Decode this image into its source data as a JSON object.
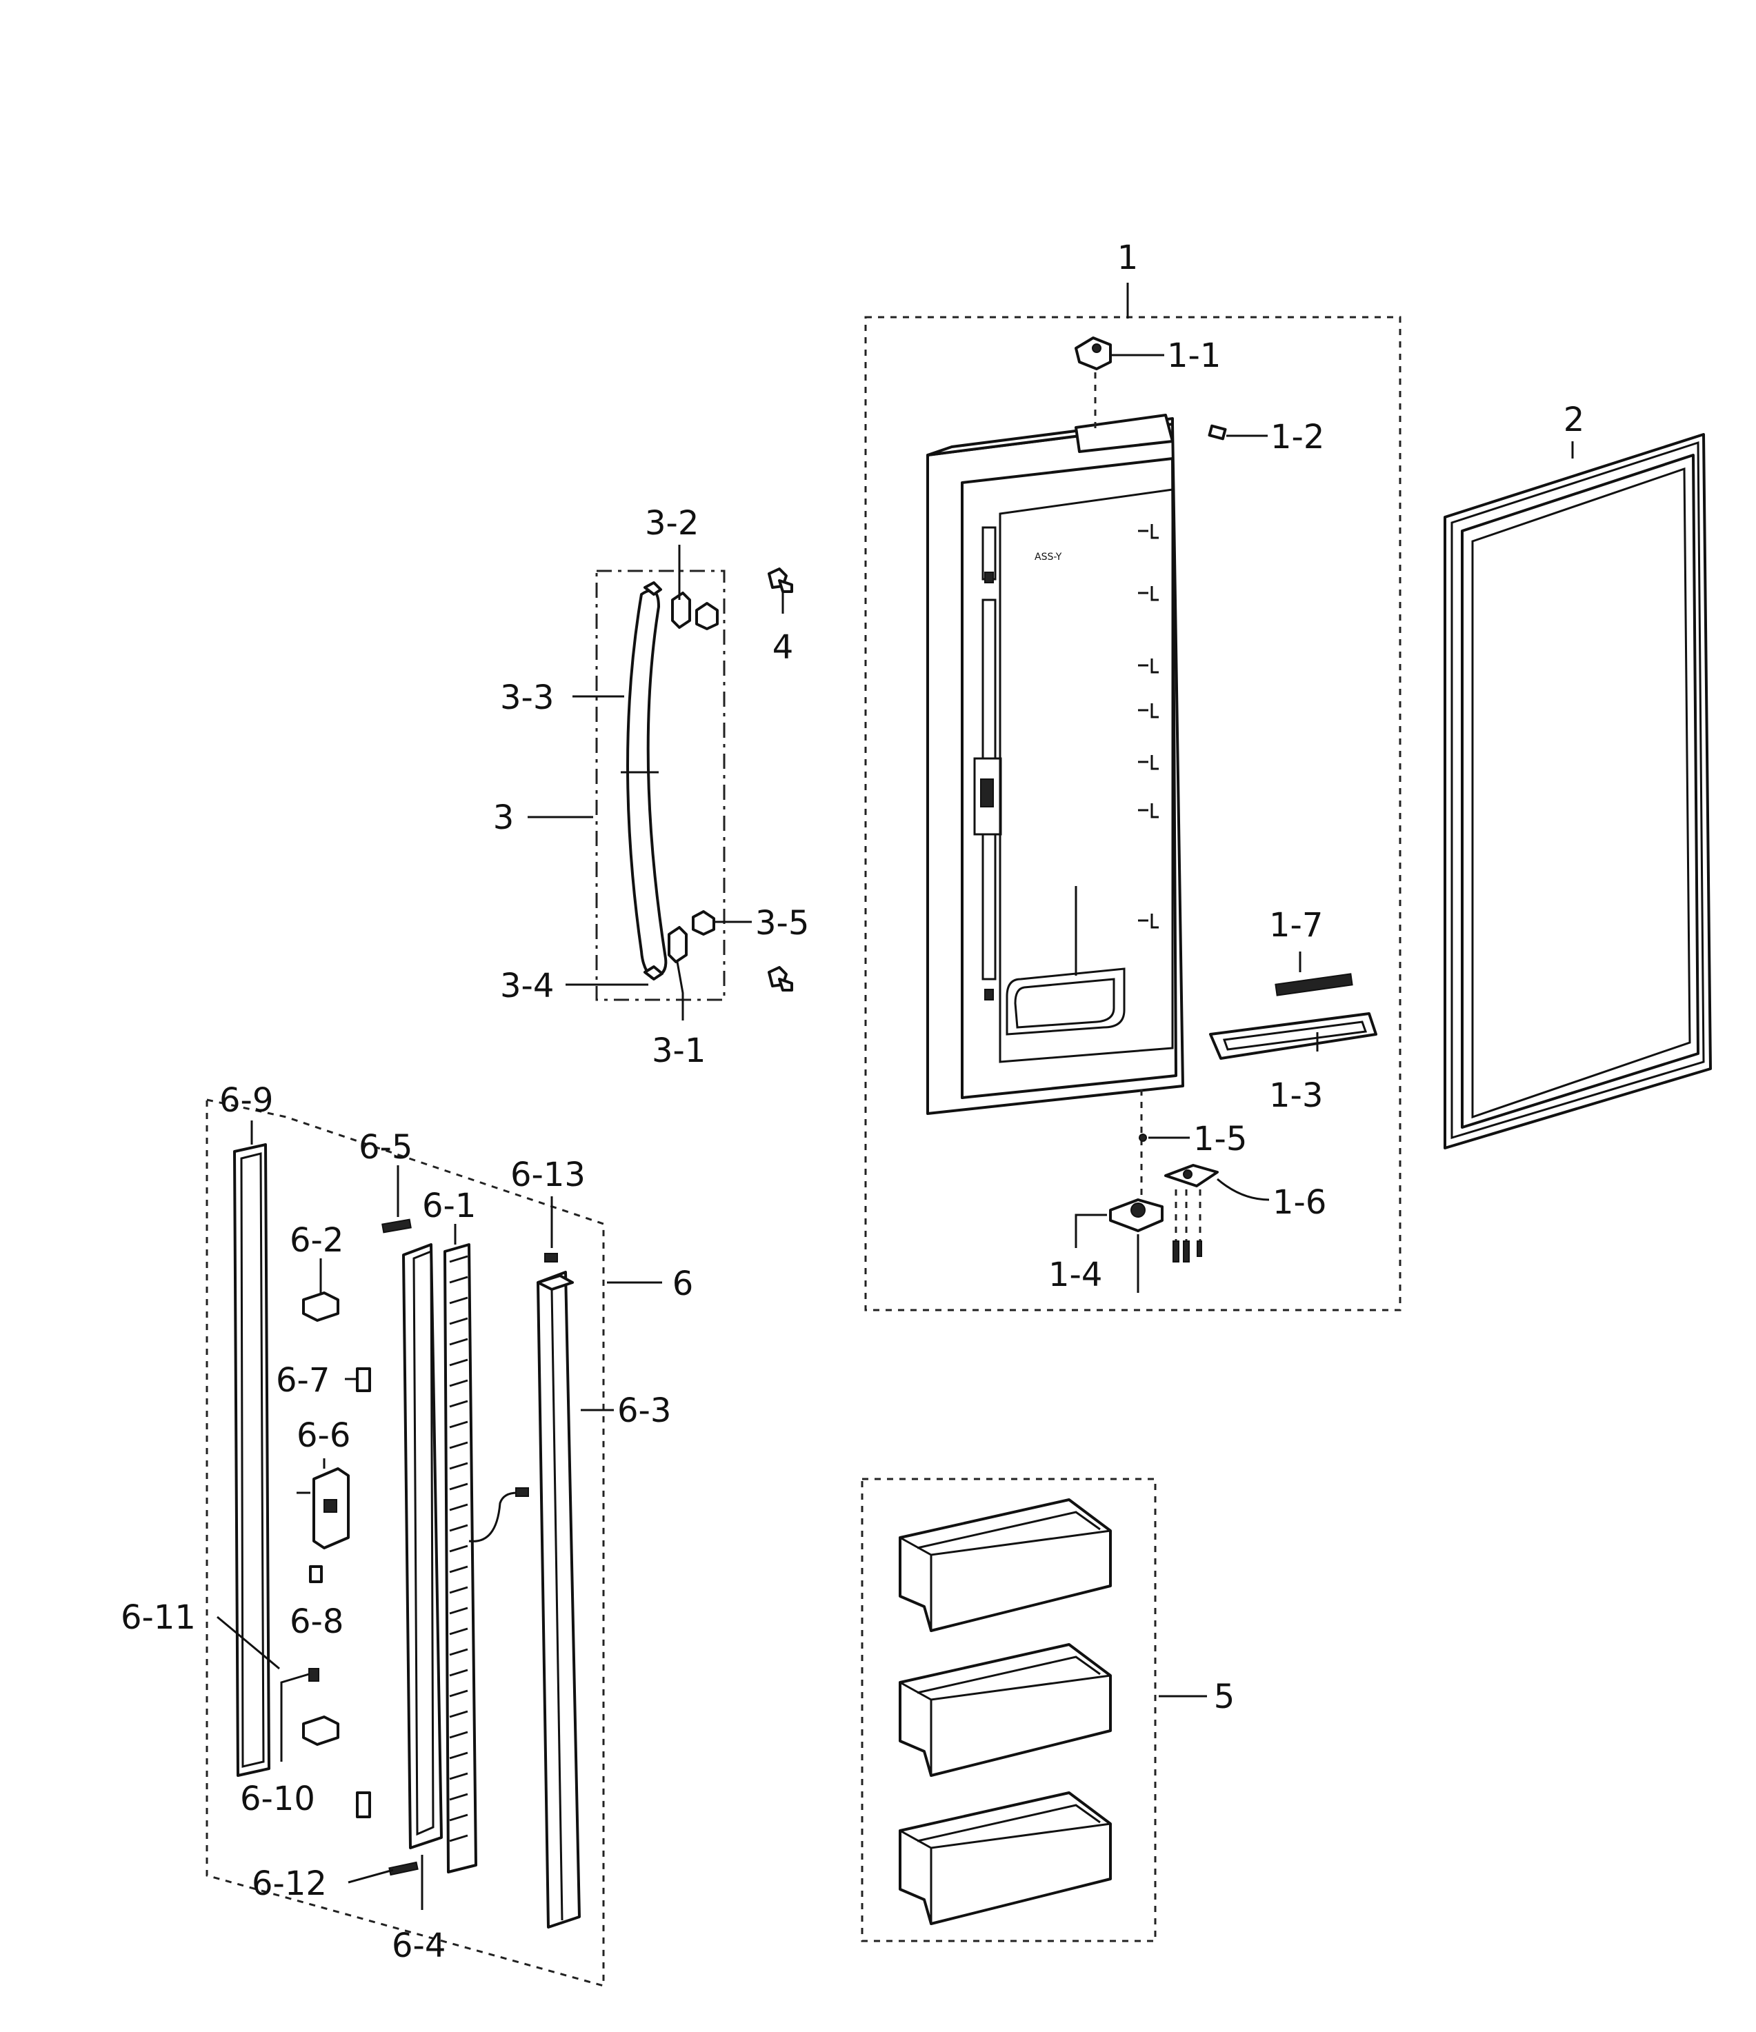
{
  "labels": {
    "l1": "1",
    "l1_1": "1-1",
    "l1_2": "1-2",
    "l1_3": "1-3",
    "l1_4": "1-4",
    "l1_5": "1-5",
    "l1_6": "1-6",
    "l1_7": "1-7",
    "l2": "2",
    "l3": "3",
    "l3_1": "3-1",
    "l3_2": "3-2",
    "l3_3": "3-3",
    "l3_4": "3-4",
    "l3_5": "3-5",
    "l4": "4",
    "l5": "5",
    "l6": "6",
    "l6_1": "6-1",
    "l6_2": "6-2",
    "l6_3": "6-3",
    "l6_4": "6-4",
    "l6_5": "6-5",
    "l6_6": "6-6",
    "l6_7": "6-7",
    "l6_8": "6-8",
    "l6_9": "6-9",
    "l6_10": "6-10",
    "l6_11": "6-11",
    "l6_12": "6-12",
    "l6_13": "6-13"
  }
}
